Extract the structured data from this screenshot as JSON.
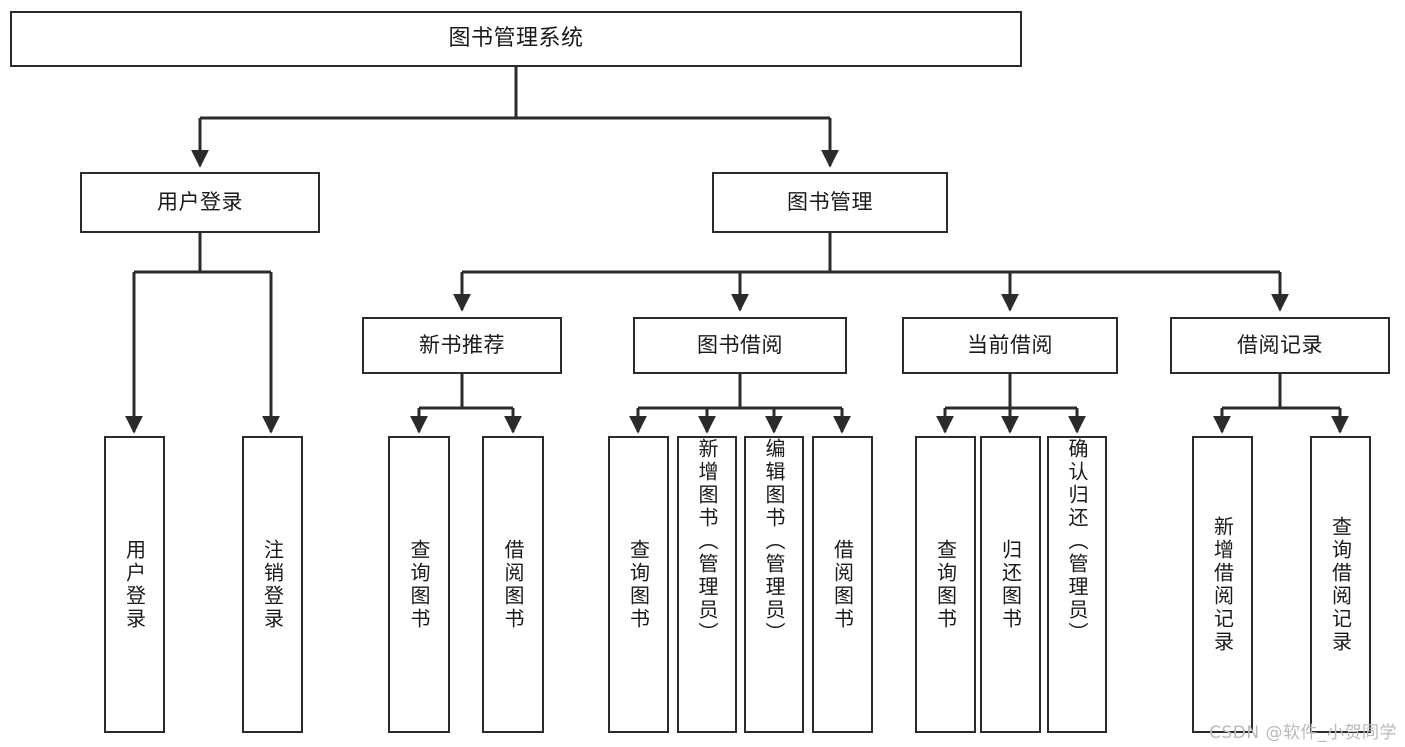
{
  "diagram": {
    "type": "tree-hierarchy",
    "title": "图书管理系统",
    "root": {
      "id": "root",
      "label": "图书管理系统"
    },
    "level2": [
      {
        "id": "user-login",
        "label": "用户登录"
      },
      {
        "id": "book-management",
        "label": "图书管理"
      }
    ],
    "level3": [
      {
        "id": "new-book-recommend",
        "label": "新书推荐"
      },
      {
        "id": "book-borrow",
        "label": "图书借阅"
      },
      {
        "id": "current-borrow",
        "label": "当前借阅"
      },
      {
        "id": "borrow-record",
        "label": "借阅记录"
      }
    ],
    "leaves": [
      {
        "id": "leaf-user-login",
        "label": "用户登录",
        "parent": "user-login"
      },
      {
        "id": "leaf-user-logout",
        "label": "注销登录",
        "parent": "user-login"
      },
      {
        "id": "leaf-query-book-1",
        "label": "查询图书",
        "parent": "new-book-recommend"
      },
      {
        "id": "leaf-borrow-book-1",
        "label": "借阅图书",
        "parent": "new-book-recommend"
      },
      {
        "id": "leaf-query-book-2",
        "label": "查询图书",
        "parent": "book-borrow"
      },
      {
        "id": "leaf-add-book",
        "label": "新增图书（管理员）",
        "parent": "book-borrow"
      },
      {
        "id": "leaf-edit-book",
        "label": "编辑图书（管理员）",
        "parent": "book-borrow"
      },
      {
        "id": "leaf-borrow-book-2",
        "label": "借阅图书",
        "parent": "book-borrow"
      },
      {
        "id": "leaf-query-book-3",
        "label": "查询图书",
        "parent": "current-borrow"
      },
      {
        "id": "leaf-return-book",
        "label": "归还图书",
        "parent": "current-borrow"
      },
      {
        "id": "leaf-confirm-return",
        "label": "确认归还（管理员）",
        "parent": "current-borrow"
      },
      {
        "id": "leaf-add-record",
        "label": "新增借阅记录",
        "parent": "borrow-record"
      },
      {
        "id": "leaf-query-record",
        "label": "查询借阅记录",
        "parent": "borrow-record"
      }
    ]
  },
  "watermark": {
    "text": "CSDN @软件_小贺同学"
  },
  "colors": {
    "stroke": "#2b2b2b",
    "background": "#ffffff",
    "text": "#1a1a1a",
    "watermark": "#b9b9b9"
  }
}
